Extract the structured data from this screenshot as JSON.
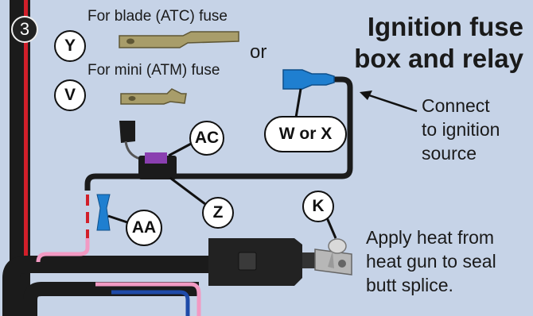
{
  "title_lines": [
    "Ignition fuse",
    "box and relay"
  ],
  "step_number": "3",
  "callouts": {
    "Y": "Y",
    "V": "V",
    "AC": "AC",
    "W_or_X": "W or X",
    "Z": "Z",
    "AA": "AA",
    "K": "K"
  },
  "labels": {
    "blade_fuse": "For blade (ATC) fuse",
    "or": "or",
    "mini_fuse": "For mini (ATM) fuse",
    "connect_lines": [
      "Connect",
      "to ignition",
      "source"
    ],
    "apply_heat_lines": [
      "Apply heat from",
      "heat gun to seal",
      "butt splice."
    ]
  },
  "colors": {
    "background": "#c6d3e7",
    "wire_black": "#1b1b1b",
    "wire_red": "#d11f2a",
    "wire_pink": "#f29ac3",
    "wire_blue": "#1e4aa8",
    "connector_blue": "#1f7fd0",
    "fuse_purple": "#8a3fb0",
    "terminal_tan": "#a89d6a"
  }
}
